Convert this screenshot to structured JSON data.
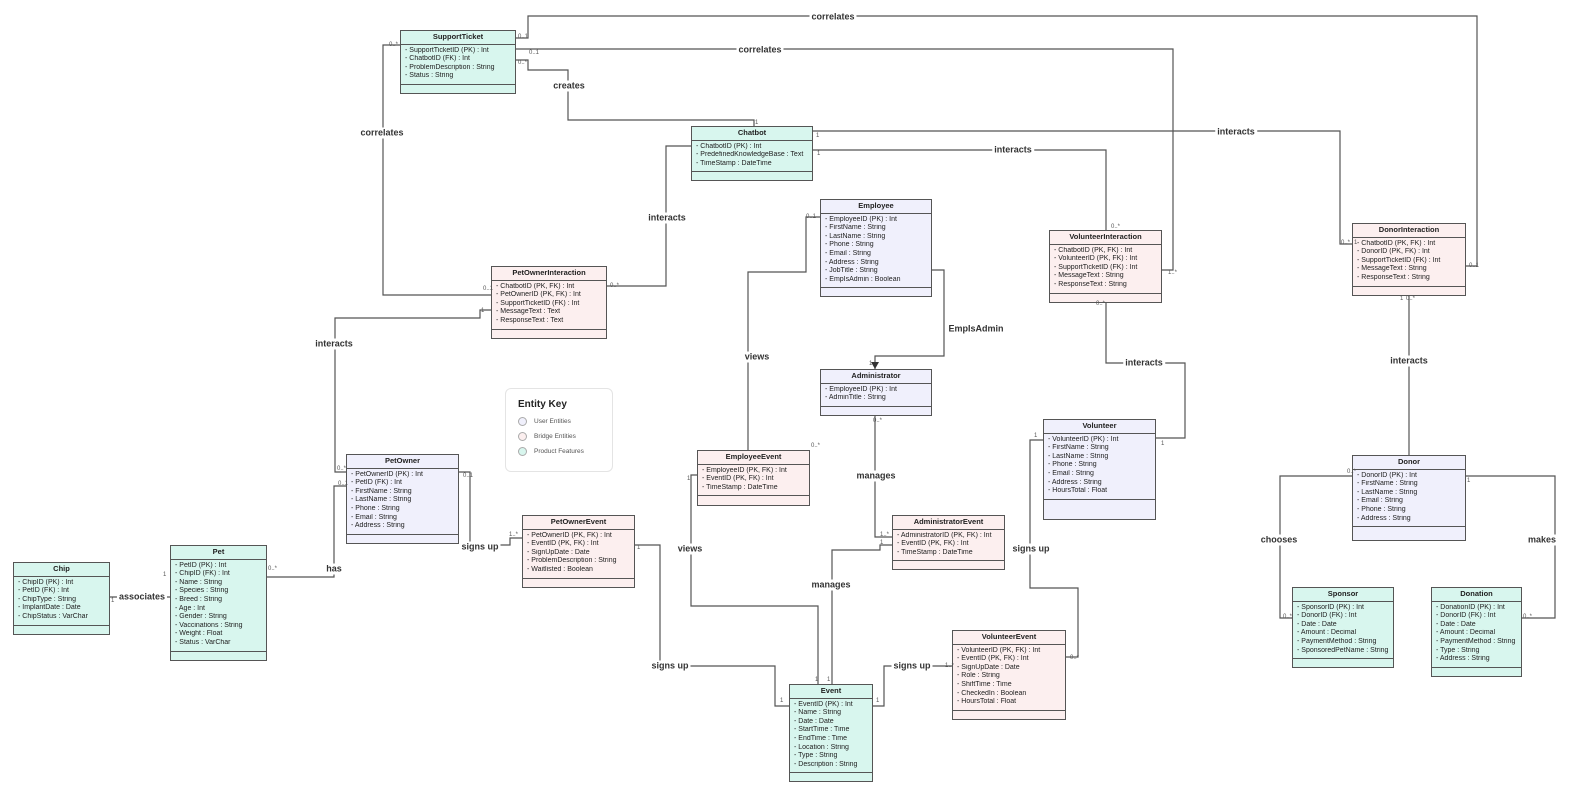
{
  "entities": [
    {
      "id": "SupportTicket",
      "title": "SupportTicket",
      "kind": "product",
      "attributes": [
        "- SupportTicketID (PK) : Int",
        "- ChatbotID (FK) : Int",
        "- ProblemDescription : String",
        "- Status : String"
      ]
    },
    {
      "id": "Chatbot",
      "title": "Chatbot",
      "kind": "product",
      "attributes": [
        "- ChatbotID (PK) : Int",
        "- PredefinedKnowledgeBase : Text",
        "- TimeStamp : DateTime"
      ]
    },
    {
      "id": "Employee",
      "title": "Employee",
      "kind": "user",
      "attributes": [
        "- EmployeeID (PK) : Int",
        "- FirstName : String",
        "- LastName : String",
        "- Phone : String",
        "- Email : String",
        "- Address : String",
        "- JobTitle : String",
        "- EmpIsAdmin : Boolean"
      ]
    },
    {
      "id": "VolunteerInteraction",
      "title": "VolunteerInteraction",
      "kind": "bridge",
      "attributes": [
        "- ChatbotID (PK, FK) : Int",
        "- VolunteerID (PK, FK) : Int",
        "- SupportTicketID (FK) : Int",
        "- MessageText : String",
        "- ResponseText : String"
      ]
    },
    {
      "id": "DonorInteraction",
      "title": "DonorInteraction",
      "kind": "bridge",
      "attributes": [
        "- ChatbotID (PK, FK) : Int",
        "- DonorID (PK, FK) : Int",
        "- SupportTicketID (FK) : Int",
        "- MessageText : String",
        "- ResponseText : String"
      ]
    },
    {
      "id": "PetOwnerInteraction",
      "title": "PetOwnerInteraction",
      "kind": "bridge",
      "attributes": [
        "- ChatbotID (PK, FK) : Int",
        "- PetOwnerID (PK, FK) : Int",
        "- SupportTicketID (FK) : Int",
        "- MessageText : Text",
        "- ResponseText : Text"
      ]
    },
    {
      "id": "Administrator",
      "title": "Administrator",
      "kind": "user",
      "attributes": [
        "- EmployeeID (PK) : Int",
        "- AdminTitle : String"
      ]
    },
    {
      "id": "Volunteer",
      "title": "Volunteer",
      "kind": "user",
      "attributes": [
        "- VolunteerID (PK) : Int",
        "- FirstName : String",
        "- LastName : String",
        "- Phone : String",
        "- Email : String",
        "- Address : String",
        "- HoursTotal : Float"
      ]
    },
    {
      "id": "PetOwner",
      "title": "PetOwner",
      "kind": "user",
      "attributes": [
        "- PetOwnerID (PK) : Int",
        "- PetID (FK) : Int",
        "- FirstName : String",
        "- LastName : String",
        "- Phone : String",
        "- Email : String",
        "- Address : String"
      ]
    },
    {
      "id": "EmployeeEvent",
      "title": "EmployeeEvent",
      "kind": "bridge",
      "attributes": [
        "- EmployeeID (PK, FK) : Int",
        "- EventID (PK, FK) : Int",
        "- TimeStamp : DateTime"
      ]
    },
    {
      "id": "Donor",
      "title": "Donor",
      "kind": "user",
      "attributes": [
        "- DonorID (PK) : Int",
        "- FirstName : String",
        "- LastName : String",
        "- Email : String",
        "- Phone : String",
        "- Address : String"
      ]
    },
    {
      "id": "PetOwnerEvent",
      "title": "PetOwnerEvent",
      "kind": "bridge",
      "attributes": [
        "- PetOwnerID (PK, FK) : Int",
        "- EventID (PK, FK) : Int",
        "- SignUpDate : Date",
        "- ProblemDescription : String",
        "- Waitlisted : Boolean"
      ]
    },
    {
      "id": "AdministratorEvent",
      "title": "AdministratorEvent",
      "kind": "bridge",
      "attributes": [
        "- AdministratorID (PK, FK) : Int",
        "- EventID (PK, FK) : Int",
        "- TimeStamp : DateTime"
      ]
    },
    {
      "id": "Chip",
      "title": "Chip",
      "kind": "product",
      "attributes": [
        "- ChipID (PK) : Int",
        "- PetID (FK) : Int",
        "- ChipType : String",
        "- ImplantDate : Date",
        "- ChipStatus : VarChar"
      ]
    },
    {
      "id": "Pet",
      "title": "Pet",
      "kind": "product",
      "attributes": [
        "- PetID (PK) : Int",
        "- ChipID (FK) : Int",
        "- Name : String",
        "- Species : String",
        "- Breed : String",
        "- Age : Int",
        "- Gender : String",
        "- Vaccinations : String",
        "- Weight : Float",
        "- Status : VarChar"
      ]
    },
    {
      "id": "Sponsor",
      "title": "Sponsor",
      "kind": "product",
      "attributes": [
        "- SponsorID (PK) : Int",
        "- DonorID (FK) : Int",
        "- Date : Date",
        "- Amount : Decimal",
        "- PaymentMethod : String",
        "- SponsoredPetName : String"
      ]
    },
    {
      "id": "Donation",
      "title": "Donation",
      "kind": "product",
      "attributes": [
        "- DonationID (PK) : Int",
        "- DonorID (FK) : Int",
        "- Date : Date",
        "- Amount : Decimal",
        "- PaymentMethod : String",
        "- Type : String",
        "- Address : String"
      ]
    },
    {
      "id": "VolunteerEvent",
      "title": "VolunteerEvent",
      "kind": "bridge",
      "attributes": [
        "- VolunteerID (PK, FK) : Int",
        "- EventID (PK, FK) : Int",
        "- SignUpDate : Date",
        "- Role : String",
        "- ShiftTime : Time",
        "- CheckedIn : Boolean",
        "- HoursTotal : Float"
      ]
    },
    {
      "id": "Event",
      "title": "Event",
      "kind": "product",
      "attributes": [
        "- EventID (PK) : Int",
        "- Name : String",
        "- Date : Date",
        "- StartTime : Time",
        "- EndTime : Time",
        "- Location : String",
        "- Type : String",
        "- Description : String"
      ]
    }
  ],
  "relationships": [
    {
      "id": "r1",
      "label": "correlates"
    },
    {
      "id": "r2",
      "label": "correlates"
    },
    {
      "id": "r3",
      "label": "creates"
    },
    {
      "id": "r4",
      "label": "correlates"
    },
    {
      "id": "r5",
      "label": "interacts"
    },
    {
      "id": "r6",
      "label": "interacts"
    },
    {
      "id": "r7",
      "label": "interacts"
    },
    {
      "id": "r8",
      "label": "interacts"
    },
    {
      "id": "r9",
      "label": "EmpIsAdmin"
    },
    {
      "id": "r10",
      "label": "views"
    },
    {
      "id": "r11",
      "label": "interacts"
    },
    {
      "id": "r12",
      "label": "interacts"
    },
    {
      "id": "r13",
      "label": "manages"
    },
    {
      "id": "r14",
      "label": "signs up"
    },
    {
      "id": "r15",
      "label": "views"
    },
    {
      "id": "r16",
      "label": "manages"
    },
    {
      "id": "r17",
      "label": "chooses"
    },
    {
      "id": "r18",
      "label": "makes"
    },
    {
      "id": "r19",
      "label": "associates"
    },
    {
      "id": "r20",
      "label": "has"
    },
    {
      "id": "r21",
      "label": "signs up"
    },
    {
      "id": "r22",
      "label": "signs up"
    },
    {
      "id": "r23",
      "label": "signs up"
    }
  ],
  "multiplicities": [
    "0..*",
    "0..1",
    "0..1",
    "0..*",
    "1",
    "1",
    "1",
    "0..*",
    "0..1",
    "0..*",
    "1..*",
    "0..*",
    "0..1",
    "0..*",
    "1",
    "0..*",
    "0..1",
    "1",
    "0..*",
    "1",
    "1",
    "0..*",
    "0..*",
    "1..*",
    "1",
    "0..*",
    "1",
    "1",
    "1",
    "1",
    "0..*",
    "1",
    "0..*",
    "1",
    "1",
    "0..*",
    "0..1",
    "0..1",
    "1..*",
    "1",
    "1",
    "1",
    "1..*",
    "1",
    "0..*"
  ],
  "key": {
    "title": "Entity Key",
    "items": [
      {
        "label": "User Entities",
        "color": "#f0f0fc"
      },
      {
        "label": "Bridge Entities",
        "color": "#fcefef"
      },
      {
        "label": "Product Features",
        "color": "#d8f6ee"
      }
    ]
  },
  "colors": {
    "user": "#f0f0fc",
    "bridge": "#fcefef",
    "product": "#d8f6ee",
    "line": "#555555"
  }
}
